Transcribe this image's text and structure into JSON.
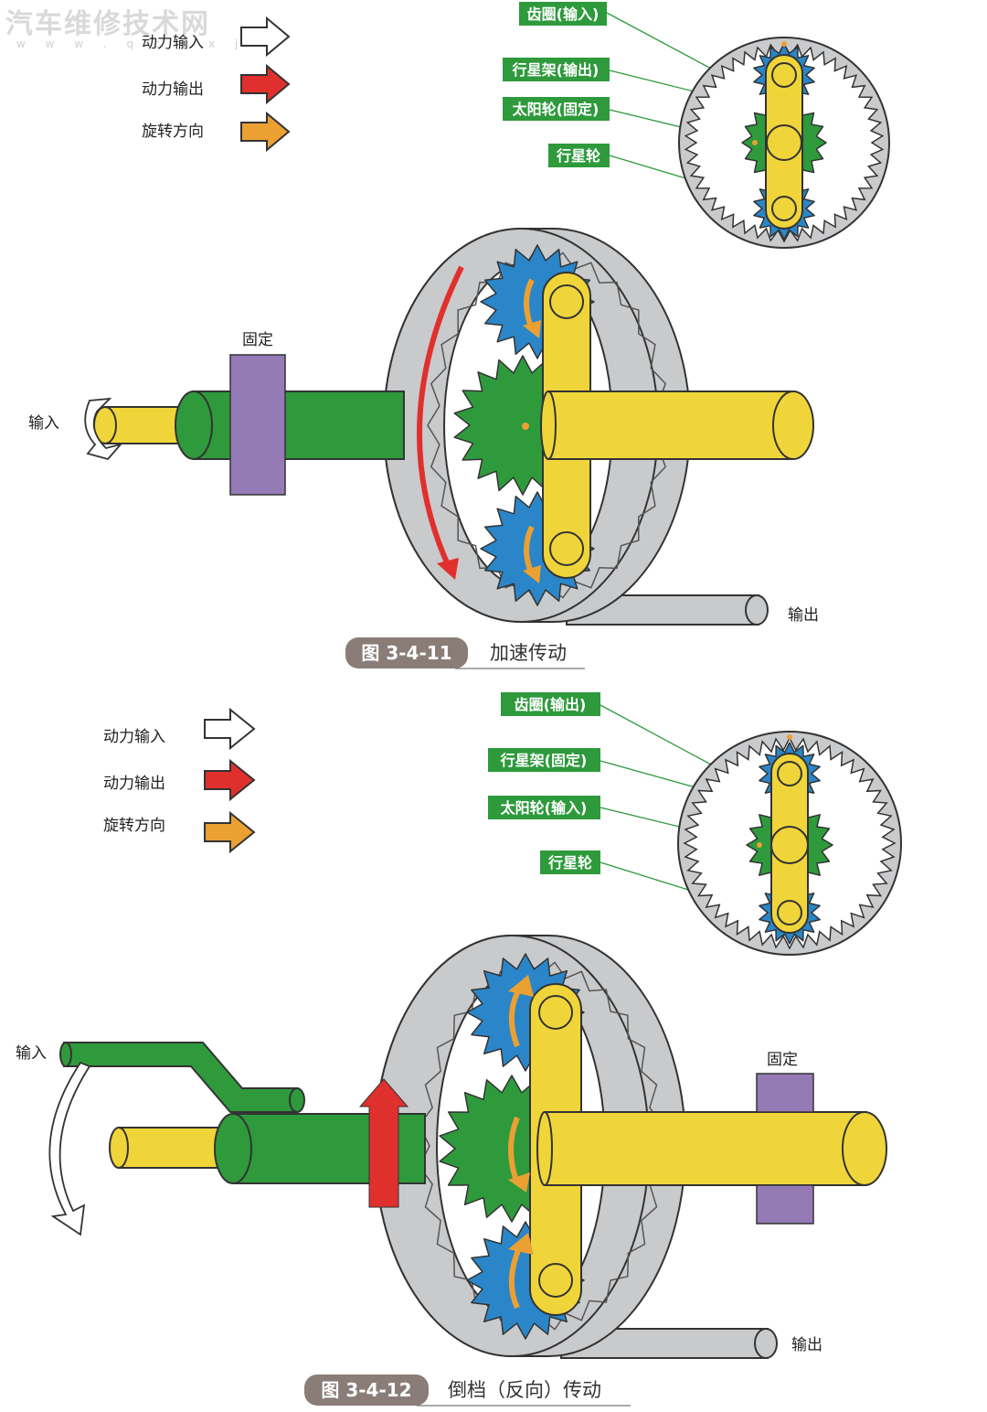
{
  "watermark": {
    "title": "汽车维修技术网",
    "url": "w w w . q c w x j"
  },
  "colors": {
    "ring_gray": "#c9cacc",
    "sun_green": "#2e9a3c",
    "planet_blue": "#2a86c8",
    "carrier_yellow": "#f0d53a",
    "fixed_purple": "#957bb5",
    "power_output_red": "#e0302e",
    "rotation_orange": "#eba032",
    "label_green": "#2e9a3c",
    "caption_gray": "#8a7d78"
  },
  "figure1": {
    "legend": [
      {
        "text": "动力输入",
        "icon": "white-arrow-icon"
      },
      {
        "text": "动力输出",
        "icon": "red-arrow-icon"
      },
      {
        "text": "旋转方向",
        "icon": "orange-arrow-icon"
      }
    ],
    "callouts": [
      "齿圈(输入)",
      "行星架(输出)",
      "太阳轮(固定)",
      "行星轮"
    ],
    "fixed_label": "固定",
    "input_label": "输入",
    "output_label": "输出",
    "caption_number": "图 3-4-11",
    "caption_text": "加速传动"
  },
  "figure2": {
    "legend": [
      {
        "text": "动力输入",
        "icon": "white-arrow-icon"
      },
      {
        "text": "动力输出",
        "icon": "red-arrow-icon"
      },
      {
        "text": "旋转方向",
        "icon": "orange-arrow-icon"
      }
    ],
    "callouts": [
      "齿圈(输出)",
      "行星架(固定)",
      "太阳轮(输入)",
      "行星轮"
    ],
    "fixed_label": "固定",
    "input_label": "输入",
    "output_label": "输出",
    "caption_number": "图 3-4-12",
    "caption_text": "倒档（反向）传动"
  }
}
